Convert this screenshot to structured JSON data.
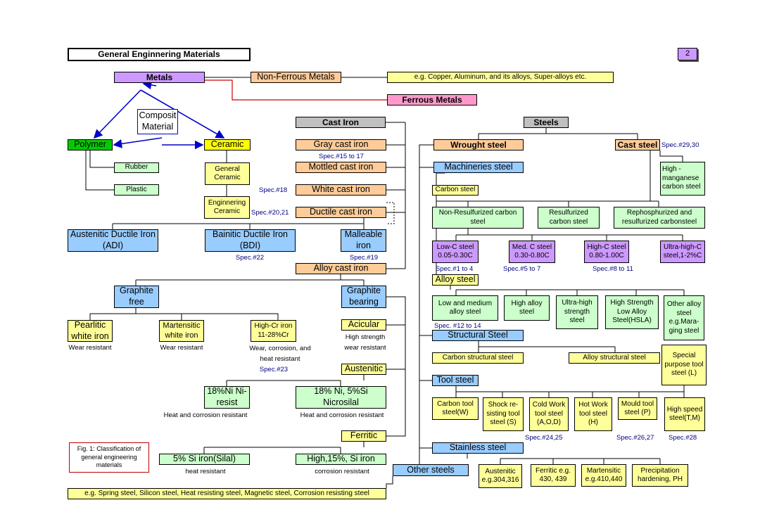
{
  "title": "General Enginnering Materials",
  "page_number": "2",
  "figure_caption": "Fig. 1: Classification of general engineering materials",
  "nodes": {
    "metals": "Metals",
    "non_ferrous": "Non-Ferrous Metals",
    "non_ferrous_examples": "e.g. Copper, Aluminum, and its alloys, Super-alloys etc.",
    "ferrous": "Ferrous Metals",
    "composite": "Composit Material",
    "polymer": "Polymer",
    "ceramic": "Ceramic",
    "rubber": "Rubber",
    "plastic": "Plastic",
    "general_ceramic": "General Ceramic",
    "engineering_ceramic": "Enginnering Ceramic",
    "cast_iron": "Cast Iron",
    "gray_cast_iron": "Gray cast iron",
    "mottled_cast_iron": "Mottled cast iron",
    "white_cast_iron": "White cast iron",
    "ductile_cast_iron": "Ductile cast iron",
    "adi": "Austenitic Ductile Iron (ADI)",
    "bdi": "Bainitic Ductile Iron (BDI)",
    "malleable_iron": "Malleable iron",
    "alloy_cast_iron": "Alloy cast iron",
    "graphite_free": "Graphite free",
    "graphite_bearing": "Graphite bearing",
    "pearlitic": "Pearlitic white iron",
    "martensitic_white": "Martensitic white iron",
    "high_cr_iron": "High-Cr iron 11-28%Cr",
    "acicular": "Acicular",
    "austenitic_ci": "Austenitic",
    "ni_resist": "18%Ni Ni-resist",
    "nicrosilal": "18% Ni, 5%Si Nicrosilal",
    "ferritic": "Ferritic",
    "silal": "5% Si iron(Silal)",
    "high_si_iron": "High,15%, Si iron",
    "other_steels": "Other steels",
    "other_steels_examples": "e.g. Spring steel, Silicon steel, Heat resisting steel, Magnetic steel, Corrosion resisting steel",
    "steels": "Steels",
    "wrought_steel": "Wrought steel",
    "cast_steel": "Cast steel",
    "high_mn": "High - manganese carbon steel",
    "machineries_steel": "Machineries steel",
    "carbon_steel": "Carbon steel",
    "non_resulfurized": "Non-Resulfurized carbon steel",
    "resulfurized": "Resulfurized carbon steel",
    "rephosphurized": "Rephosphurized and resulfurized carbonsteel",
    "low_c": "Low-C steel 0.05-0.30C",
    "med_c": "Med. C steel 0.30-0.80C",
    "high_c": "High-C steel 0.80-1.00C",
    "ultra_high_c": "Ultra-high-C steel,1-2%C",
    "alloy_steel": "Alloy steel",
    "low_medium_alloy": "Low and medium alloy steel",
    "high_alloy": "High alloy steel",
    "uhs": "Ultra-high strength steel",
    "hsla": "High Strength Low Alloy Steel(HSLA)",
    "other_alloy": "Other alloy steel e.g.Mara-ging steel",
    "structural_steel": "Structural Steel",
    "carbon_structural": "Carbon structural steel",
    "alloy_structural": "Alloy structural steel",
    "special_purpose": "Special purpose tool steel (L)",
    "tool_steel": "Tool steel",
    "carbon_tool": "Carbon tool steel(W)",
    "shock_resisting": "Shock re-sisting tool steel (S)",
    "cold_work": "Cold Work tool steel (A,O,D)",
    "hot_work": "Hot Work tool steel (H)",
    "mould_tool": "Mould tool steel (P)",
    "high_speed": "High speed steel(T,M)",
    "stainless_steel": "Stainless steel",
    "austenitic_ss": "Austenitic e.g.304,316",
    "ferritic_ss": "Ferritic e.g. 430, 439",
    "martensitic_ss": "Martensitic e.g.410,440",
    "precipitation": "Precipitation hardening, PH"
  },
  "notes": {
    "wear_resistant_1": "Wear resistant",
    "wear_resistant_2": "Wear resistant",
    "high_cr_note": "Wear, corrosion, and heat resistant",
    "acicular_note": "High strength wear resistant",
    "heat_corrosion_1": "Heat and corrosion resistant",
    "heat_corrosion_2": "Heat and corrosion resistant",
    "heat_resistant": "heat resistant",
    "corrosion_resistant": "corrosion resistant"
  },
  "specs": {
    "s15_17": "Spec.#15 to 17",
    "s18": "Spec.#18",
    "s20_21": "Spec.#20,21",
    "s22": "Spec.#22",
    "s19": "Spec.#19",
    "s23": "Spec.#23",
    "s29_30": "Spec.#29,30",
    "s1_4": "Spec.#1 to 4",
    "s5_7": "Spec.#5 to 7",
    "s8_11": "Spec.#8 to 11",
    "s12_14": "Spec. #12 to 14",
    "s24_25": "Spec.#24,25",
    "s26_27": "Spec.#26,27",
    "s28": "Spec.#28"
  },
  "colors": {
    "metals": "#cc99ff",
    "non_ferrous": "#ffcc99",
    "ferrous": "#ff99cc",
    "cast_iron": "#c0c0c0",
    "polymer": "#00cc00",
    "ceramic": "#ffff00",
    "leaf": "#ccffcc",
    "category": "#99ccff",
    "note": "#ffff99",
    "arrow": "#0000cc",
    "ferrous_link": "#cc0000"
  }
}
